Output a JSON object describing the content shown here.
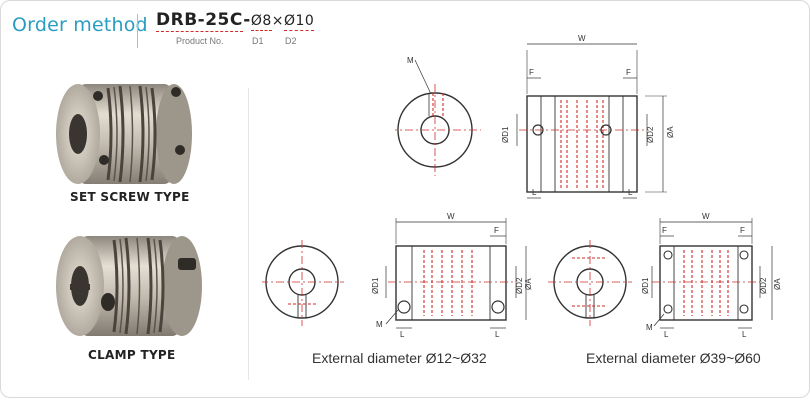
{
  "header": {
    "title": "Order method",
    "model": "DRB-25C",
    "separator": "-",
    "d1_value": "Ø8",
    "times": "×",
    "d2_value": "Ø10",
    "labels": {
      "product_no": "Product No.",
      "d1": "D1",
      "d2": "D2"
    }
  },
  "products": [
    {
      "label": "SET SCREW TYPE"
    },
    {
      "label": "CLAMP TYPE"
    }
  ],
  "drawings": {
    "dim": {
      "W": "W",
      "F": "F",
      "L": "L",
      "M": "M",
      "D1": "ØD1",
      "D2": "ØD2",
      "A": "ØA"
    },
    "captions": {
      "small": "External diameter Ø12~Ø32",
      "large": "External diameter Ø39~Ø60"
    }
  },
  "colors": {
    "title": "#2a9dc2",
    "center_line": "#d12b2b",
    "underline": "#d12b2b",
    "metal": "#c8c0b4"
  }
}
